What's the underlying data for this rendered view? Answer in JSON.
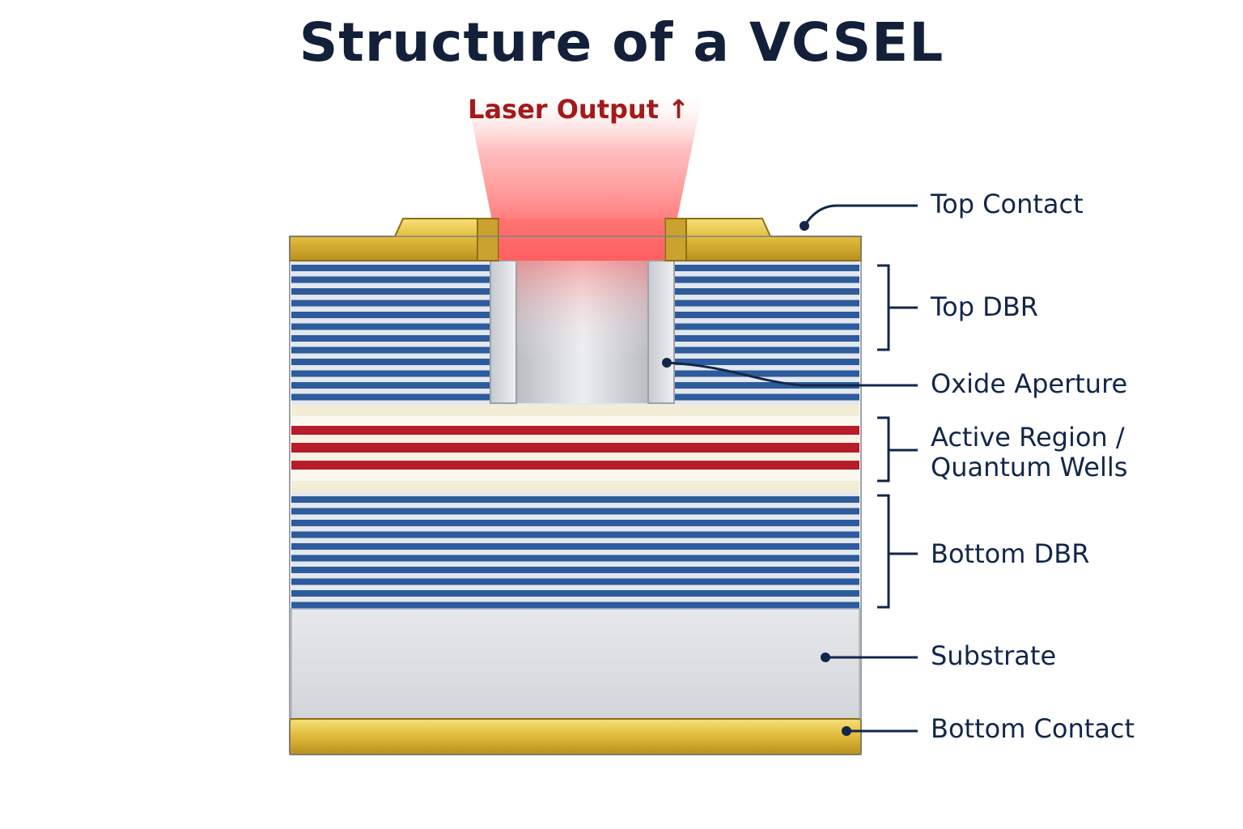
{
  "title": "Structure of a VCSEL",
  "laser_output_label": "Laser Output ↑",
  "labels": {
    "top_contact": "Top Contact",
    "top_dbr": "Top DBR",
    "oxide_aperture": "Oxide Aperture",
    "active_region_line1": "Active Region /",
    "active_region_line2": "Quantum Wells",
    "bottom_dbr": "Bottom DBR",
    "substrate": "Substrate",
    "bottom_contact": "Bottom Contact"
  },
  "colors": {
    "gold": "#d9b33a",
    "dbr_blue": "#2d5b9b",
    "dbr_light": "#e3e7ee",
    "quantum_well_red": "#b71c2a",
    "cladding_cream": "#f3ecd6",
    "substrate_gray": "#dcdee2",
    "laser_red": "#ff4d4d",
    "label_navy": "#12264a"
  }
}
